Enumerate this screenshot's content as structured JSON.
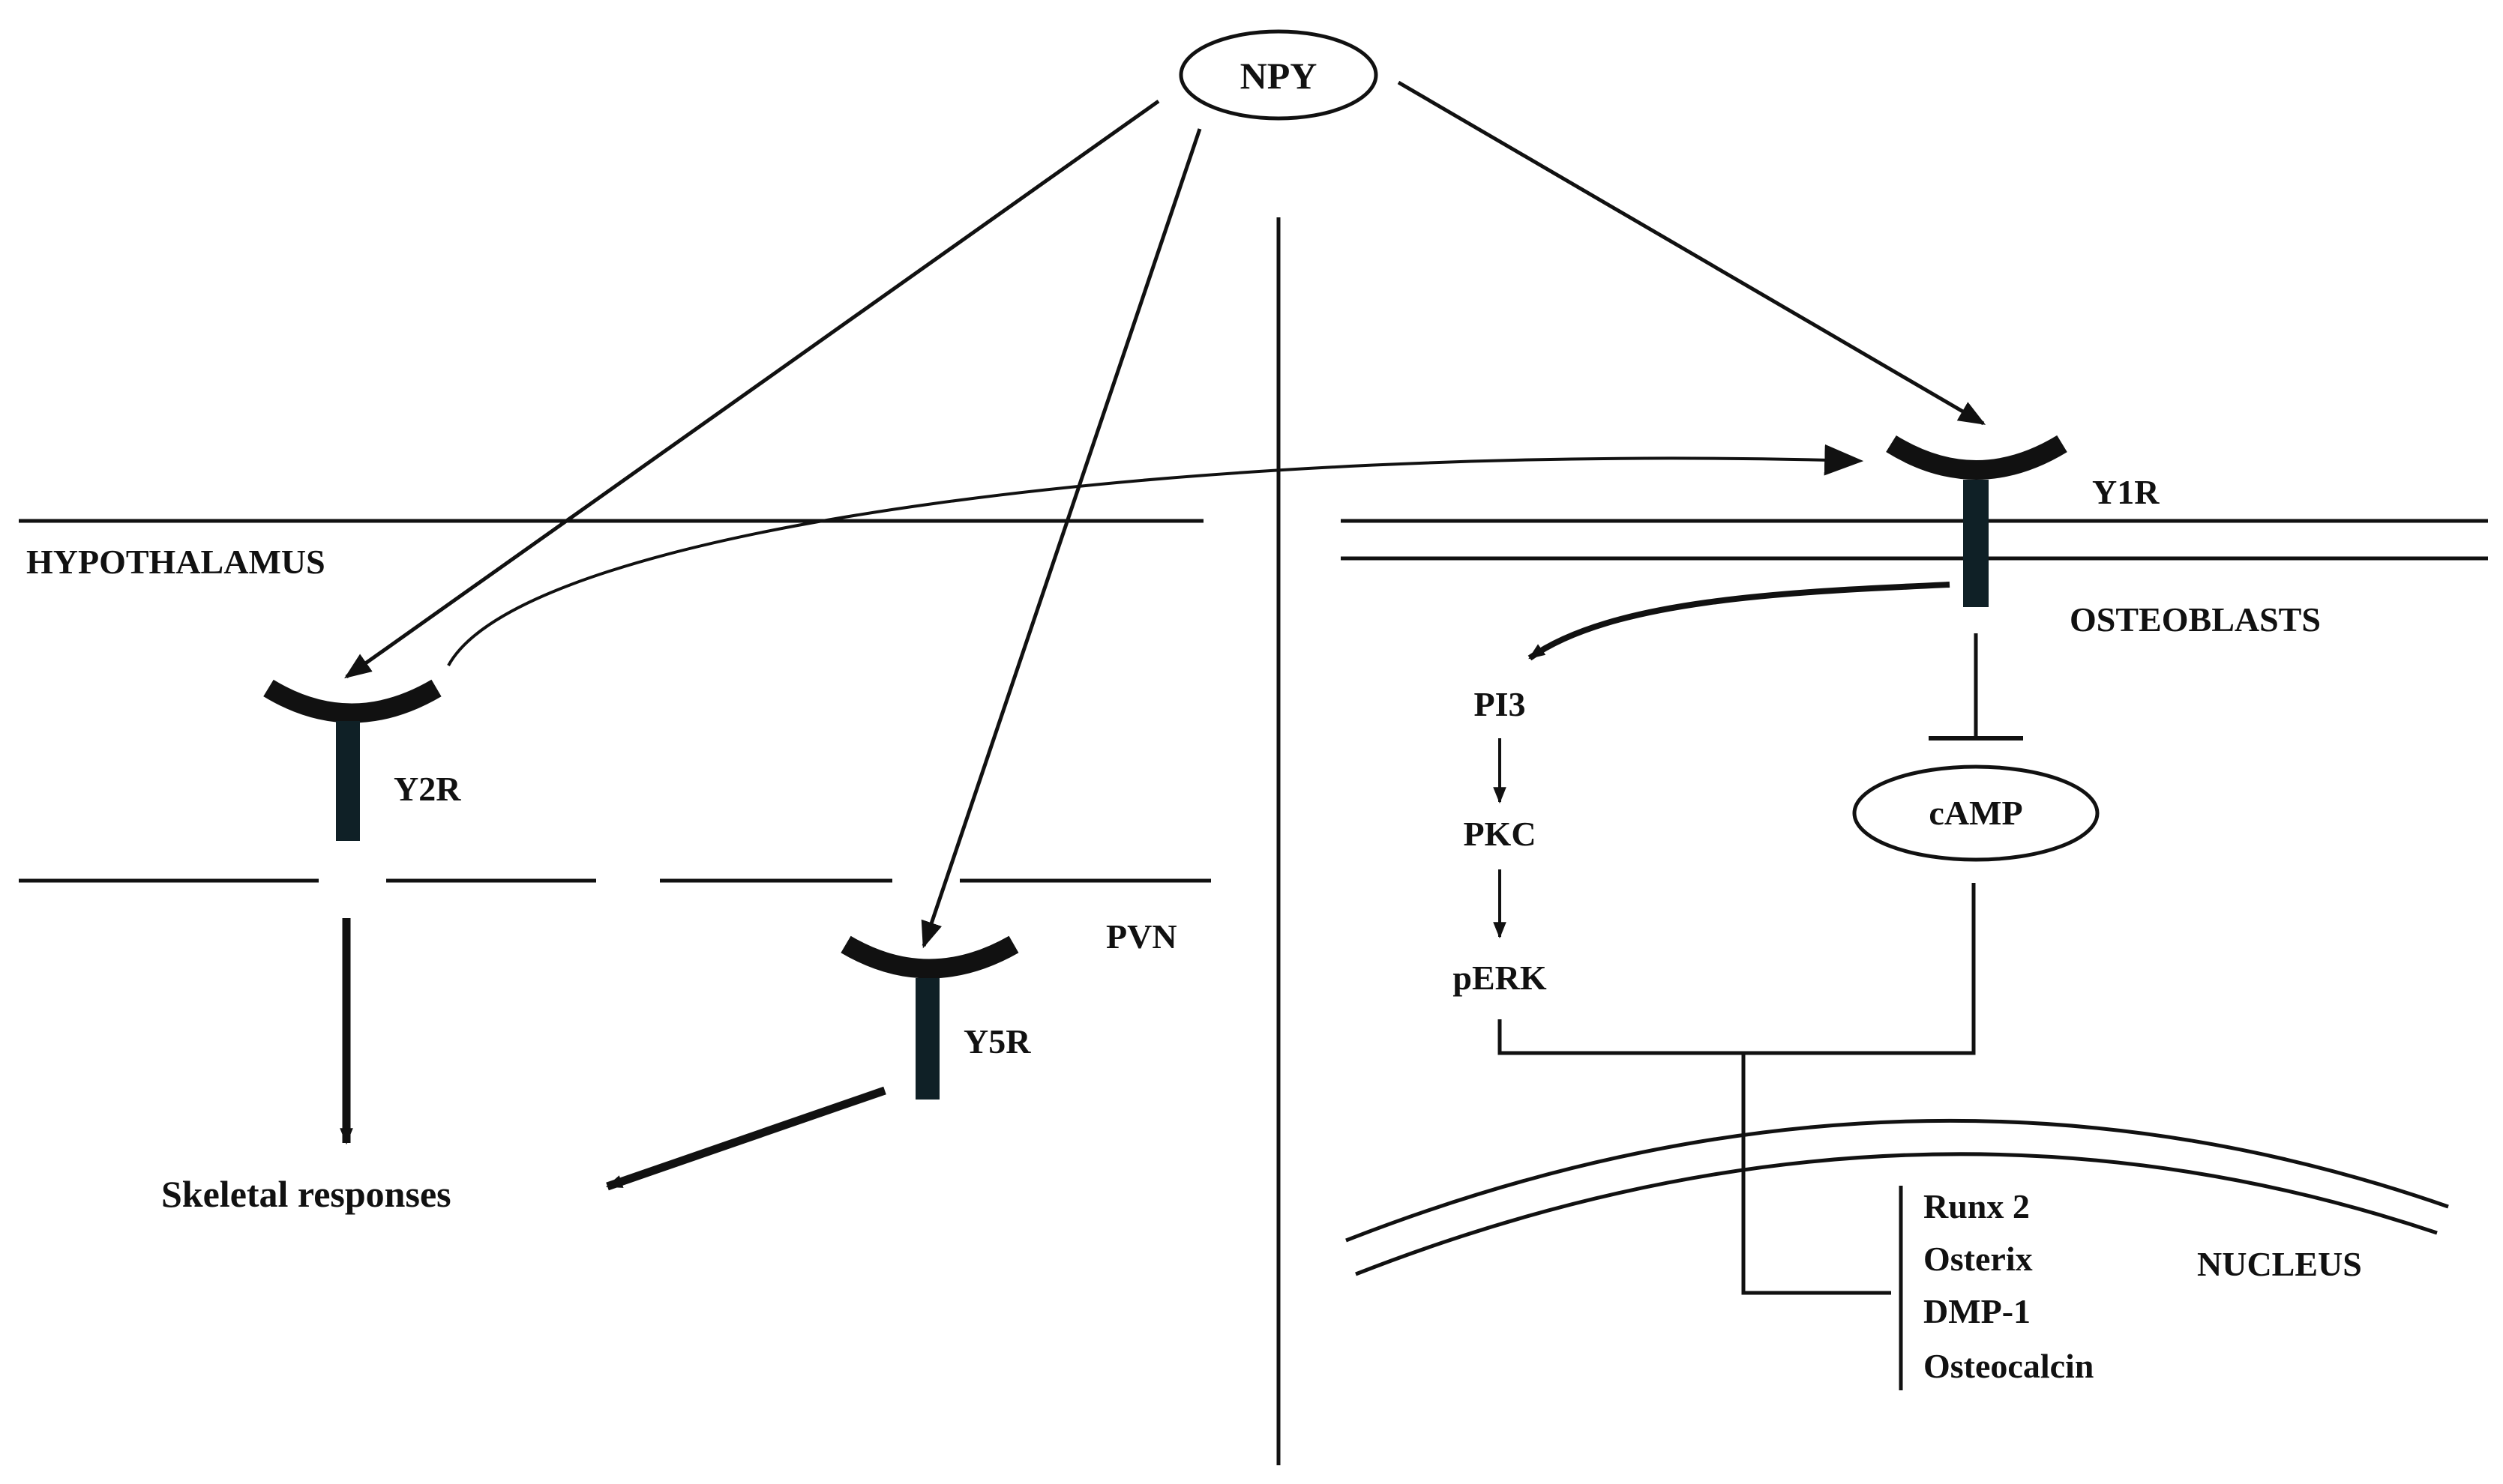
{
  "nodes": {
    "npy": "NPY",
    "camp": "cAMP",
    "pi3": "PI3",
    "pkc": "PKC",
    "perk": "pERK"
  },
  "receptors": {
    "y1r": "Y1R",
    "y2r": "Y2R",
    "y5r": "Y5R"
  },
  "regions": {
    "hypothalamus": "HYPOTHALAMUS",
    "pvn": "PVN",
    "osteoblasts": "OSTEOBLASTS",
    "nucleus": "NUCLEUS"
  },
  "outcome": "Skeletal responses",
  "genes": [
    "Runx 2",
    "Osterix",
    "DMP-1",
    "Osteocalcin"
  ],
  "colors": {
    "ink": "#111111",
    "receptor": "#0f2026",
    "background": "#ffffff"
  }
}
